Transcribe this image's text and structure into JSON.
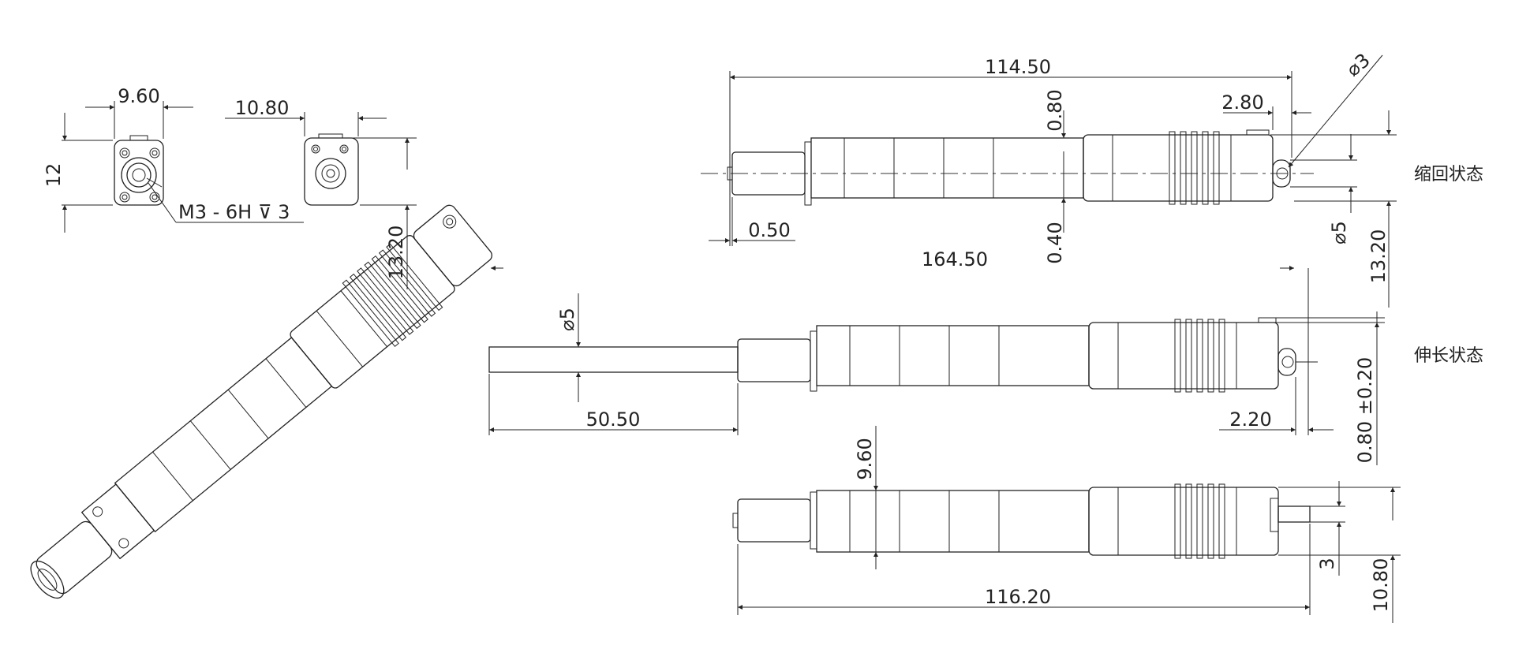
{
  "dimensions": {
    "front_width": "9.60",
    "front_height": "12",
    "thread": "M3 - 6H",
    "thread_depth_symbol": "⊽",
    "thread_depth": "3",
    "back_width": "10.80",
    "back_height": "13.20",
    "total_length_retracted": "114.50",
    "top_offset": "0.80",
    "bottom_offset": "0.40",
    "end_gap": "0.50",
    "stroke_total": "164.50",
    "hole_diameter_symbol": "⌀",
    "hole_diameter": "3",
    "hole_offset": "2.80",
    "rod_diameter": "5",
    "side_height": "13.20",
    "extension": "50.50",
    "tab_offset": "2.20",
    "tab_thickness": "0.80 ±0.20",
    "body_width": "9.60",
    "bottom_length": "116.20",
    "pin_width": "3",
    "bottom_height": "10.80"
  },
  "labels": {
    "retracted": "缩回状态",
    "extended": "伸长状态"
  }
}
